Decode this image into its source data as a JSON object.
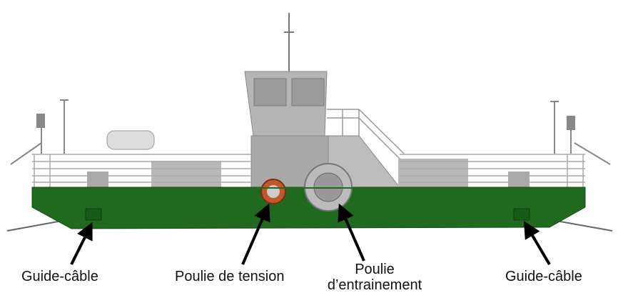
{
  "labels": {
    "cable_guide_left": "Guide-câble",
    "tension_pulley": "Poulie de tension",
    "drive_pulley_line1": "Poulie",
    "drive_pulley_line2": "d’entrainement",
    "cable_guide_right": "Guide-câble"
  },
  "colors": {
    "hull": "#1f6a1f",
    "superstructure": "#a8a8a8",
    "tension_pulley": "#c0582a"
  }
}
